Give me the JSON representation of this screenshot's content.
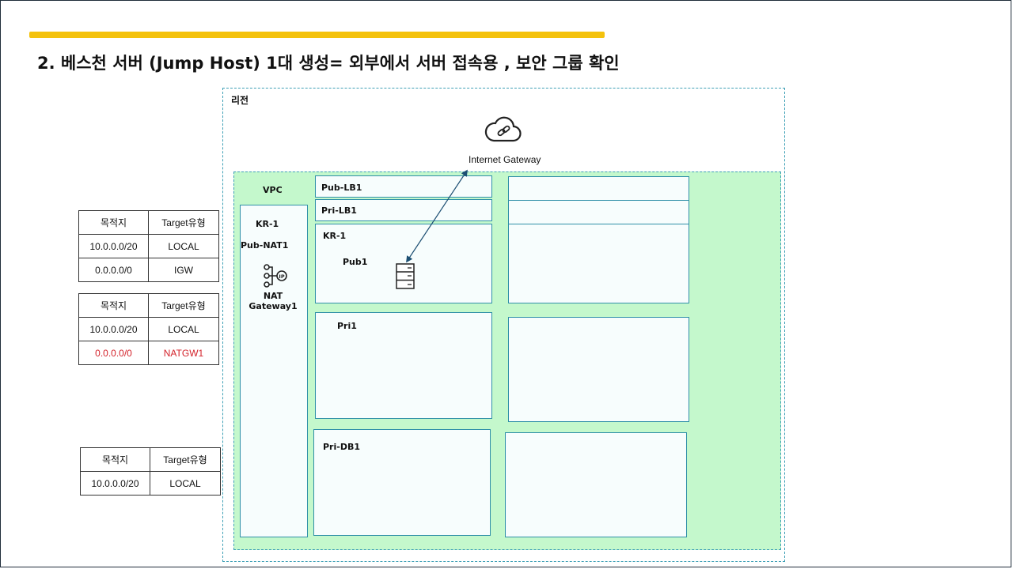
{
  "title": "2. 베스천 서버 (Jump Host) 1대 생성= 외부에서 서버 접속용 , 보안 그룹 확인",
  "colors": {
    "accent_bar": "#f4c20d",
    "vpc_fill": "#c4f8cc",
    "border": "#2f8fa8",
    "red_text": "#d3222a"
  },
  "diagram": {
    "region_label": "리전",
    "igw_label": "Internet Gateway",
    "vpc_label": "VPC",
    "az": {
      "label": "KR-1",
      "subnet_label": "Pub-NAT1",
      "nat_label": "NAT Gateway1"
    },
    "subnets": {
      "pub_lb1": "Pub-LB1",
      "pri_lb1": "Pri-LB1",
      "kr1": "KR-1",
      "pub1": "Pub1",
      "pri1": "Pri1",
      "pri_db1": "Pri-DB1"
    },
    "icons": {
      "igw": "cloud-link-icon",
      "nat": "nat-gateway-icon",
      "server": "server-icon"
    }
  },
  "route_tables": [
    {
      "headers": [
        "목적지",
        "Target유형"
      ],
      "rows": [
        [
          "10.0.0.0/20",
          "LOCAL"
        ],
        [
          "0.0.0.0/0",
          "IGW"
        ]
      ]
    },
    {
      "headers": [
        "목적지",
        "Target유형"
      ],
      "rows": [
        [
          "10.0.0.0/20",
          "LOCAL"
        ],
        [
          "0.0.0.0/0",
          "NATGW1"
        ]
      ]
    },
    {
      "headers": [
        "목적지",
        "Target유형"
      ],
      "rows": [
        [
          "10.0.0.0/20",
          "LOCAL"
        ]
      ]
    }
  ]
}
